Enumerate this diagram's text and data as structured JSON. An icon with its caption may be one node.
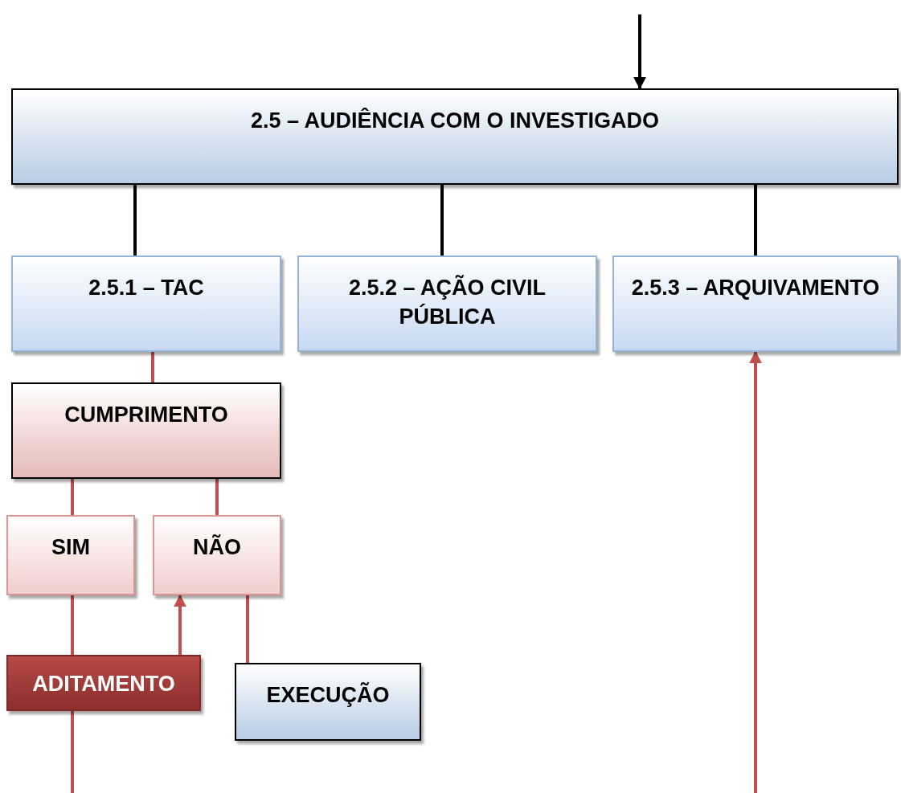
{
  "diagram": {
    "nodes": [
      {
        "text": [
          "2.5 – AUDIÊNCIA COM O INVESTIGADO"
        ]
      },
      {
        "text": [
          "2.5.1 – TAC"
        ]
      },
      {
        "text": [
          "2.5.2 – AÇÃO CIVIL PÚBLICA"
        ]
      },
      {
        "text": [
          "2.5.3 – ARQUIVAMENTO"
        ]
      },
      {
        "text": [
          "CUMPRIMENTO"
        ]
      },
      {
        "text": [
          "SIM"
        ]
      },
      {
        "text": [
          "NÃO"
        ]
      },
      {
        "text": [
          "ADITAMENTO"
        ]
      },
      {
        "text": [
          "EXECUÇÃO"
        ]
      }
    ],
    "edges": [
      {
        "from": null,
        "to": 0,
        "arrow": "to",
        "color": "#000000"
      },
      {
        "from": 0,
        "to": 1,
        "arrow": "none",
        "color": "#000000"
      },
      {
        "from": 0,
        "to": 2,
        "arrow": "none",
        "color": "#000000"
      },
      {
        "from": 0,
        "to": 3,
        "arrow": "none",
        "color": "#000000"
      },
      {
        "from": 1,
        "to": 4,
        "arrow": "none"
      },
      {
        "from": 4,
        "to": 5,
        "arrow": "none"
      },
      {
        "from": 4,
        "to": 6,
        "arrow": "none"
      },
      {
        "from": 5,
        "to": 7,
        "arrow": "none"
      },
      {
        "from": 7,
        "to": 6,
        "arrow": "to"
      },
      {
        "from": 6,
        "to": 8,
        "arrow": "none"
      },
      {
        "from": 7,
        "to": null,
        "arrow": "none"
      },
      {
        "from": null,
        "to": 3,
        "arrow": "to"
      }
    ]
  }
}
